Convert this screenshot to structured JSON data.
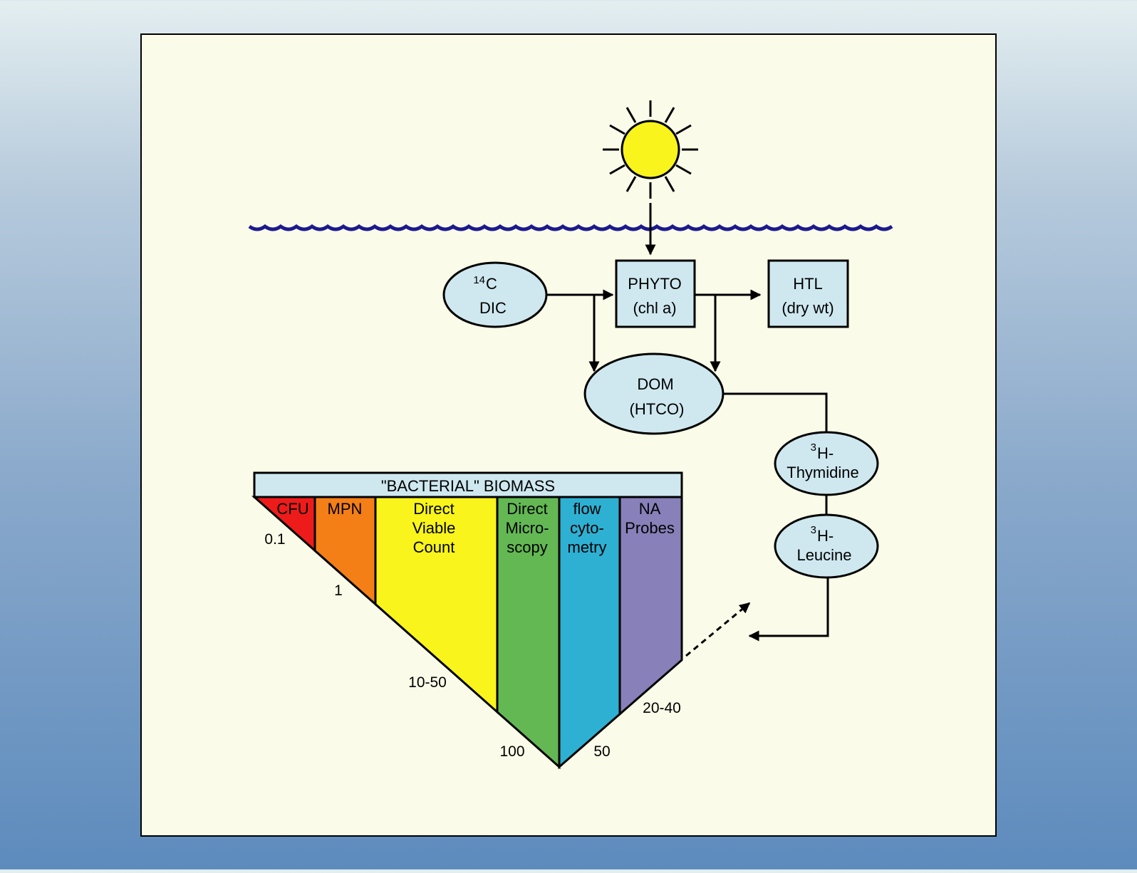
{
  "diagram": {
    "nodes": {
      "dic": {
        "sup": "14",
        "line1": "C",
        "line2": "DIC"
      },
      "phyto": {
        "line1": "PHYTO",
        "line2": "(chl a)"
      },
      "htl": {
        "line1": "HTL",
        "line2": "(dry wt)"
      },
      "dom": {
        "line1": "DOM",
        "line2": "(HTCO)"
      },
      "thymidine": {
        "sup": "3",
        "line1": "H-",
        "line2": "Thymidine"
      },
      "leucine": {
        "sup": "3",
        "line1": "H-",
        "line2": "Leucine"
      }
    },
    "biomass": {
      "title": "\"BACTERIAL\" BIOMASS",
      "methods": [
        {
          "lines": [
            "CFU"
          ],
          "color": "#ee1b1b"
        },
        {
          "lines": [
            "MPN"
          ],
          "color": "#f47f17"
        },
        {
          "lines": [
            "Direct",
            "Viable",
            "Count"
          ],
          "color": "#f8f41c"
        },
        {
          "lines": [
            "Direct",
            "Micro-",
            "scopy"
          ],
          "color": "#63b853"
        },
        {
          "lines": [
            "flow",
            "cyto-",
            "metry"
          ],
          "color": "#2eb0d3"
        },
        {
          "lines": [
            "NA",
            "Probes"
          ],
          "color": "#8780b9"
        }
      ],
      "scale_labels": [
        "0.1",
        "1",
        "10-50",
        "100",
        "50",
        "20-40"
      ]
    },
    "colors": {
      "panel": "#fafbe8",
      "node_fill": "#cfe8f0",
      "sun": "#f8f41c",
      "water": "#1c1a8c"
    },
    "icons": [
      "sun-icon",
      "water-wave-icon"
    ]
  }
}
